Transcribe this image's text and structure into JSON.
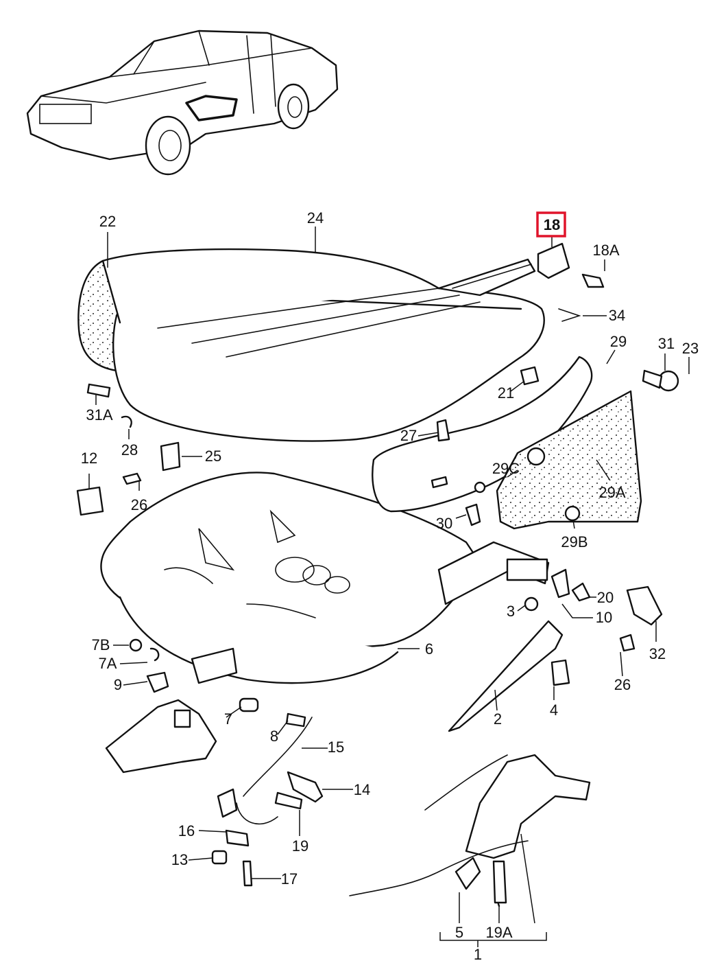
{
  "labels": [
    "22",
    "24",
    "18",
    "18A",
    "34",
    "29",
    "31",
    "23",
    "21",
    "31A",
    "28",
    "27",
    "12",
    "25",
    "26",
    "29C",
    "30",
    "29A",
    "29B",
    "20",
    "10",
    "3",
    "32",
    "7B",
    "7A",
    "6",
    "9",
    "7",
    "8",
    "15",
    "2",
    "4",
    "26",
    "14",
    "16",
    "13",
    "19",
    "17",
    "5",
    "19A",
    "1"
  ],
  "highlighted_label": "18",
  "colors": {
    "line": "#111111",
    "highlight": "#e0142b",
    "background": "#ffffff"
  }
}
